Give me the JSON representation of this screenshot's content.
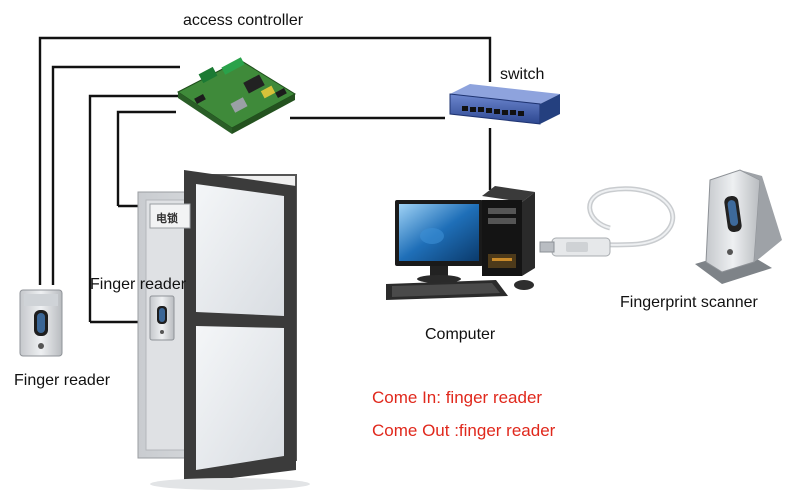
{
  "labels": {
    "access_controller": "access controller",
    "switch": "switch",
    "computer": "Computer",
    "fingerprint_scanner": "Fingerprint scanner",
    "finger_reader_outside": "Finger reader",
    "finger_reader_inside": "Finger reader",
    "door_lock": "电锁",
    "come_in": "Come In: finger reader",
    "come_out": "Come Out :finger reader"
  },
  "colors": {
    "wire": "#111111",
    "accent_text": "#e0281c",
    "switch_body": "#3a5aa8",
    "pcb": "#3f8a3a",
    "monitor_screen": "#1f6fb8",
    "door_frame": "#3b3b3b",
    "reader_body": "#d8dadc"
  },
  "icons": [
    "pcb-controller-icon",
    "network-switch-icon",
    "desktop-computer-icon",
    "usb-fingerprint-scanner-icon",
    "finger-reader-icon",
    "door-icon"
  ]
}
